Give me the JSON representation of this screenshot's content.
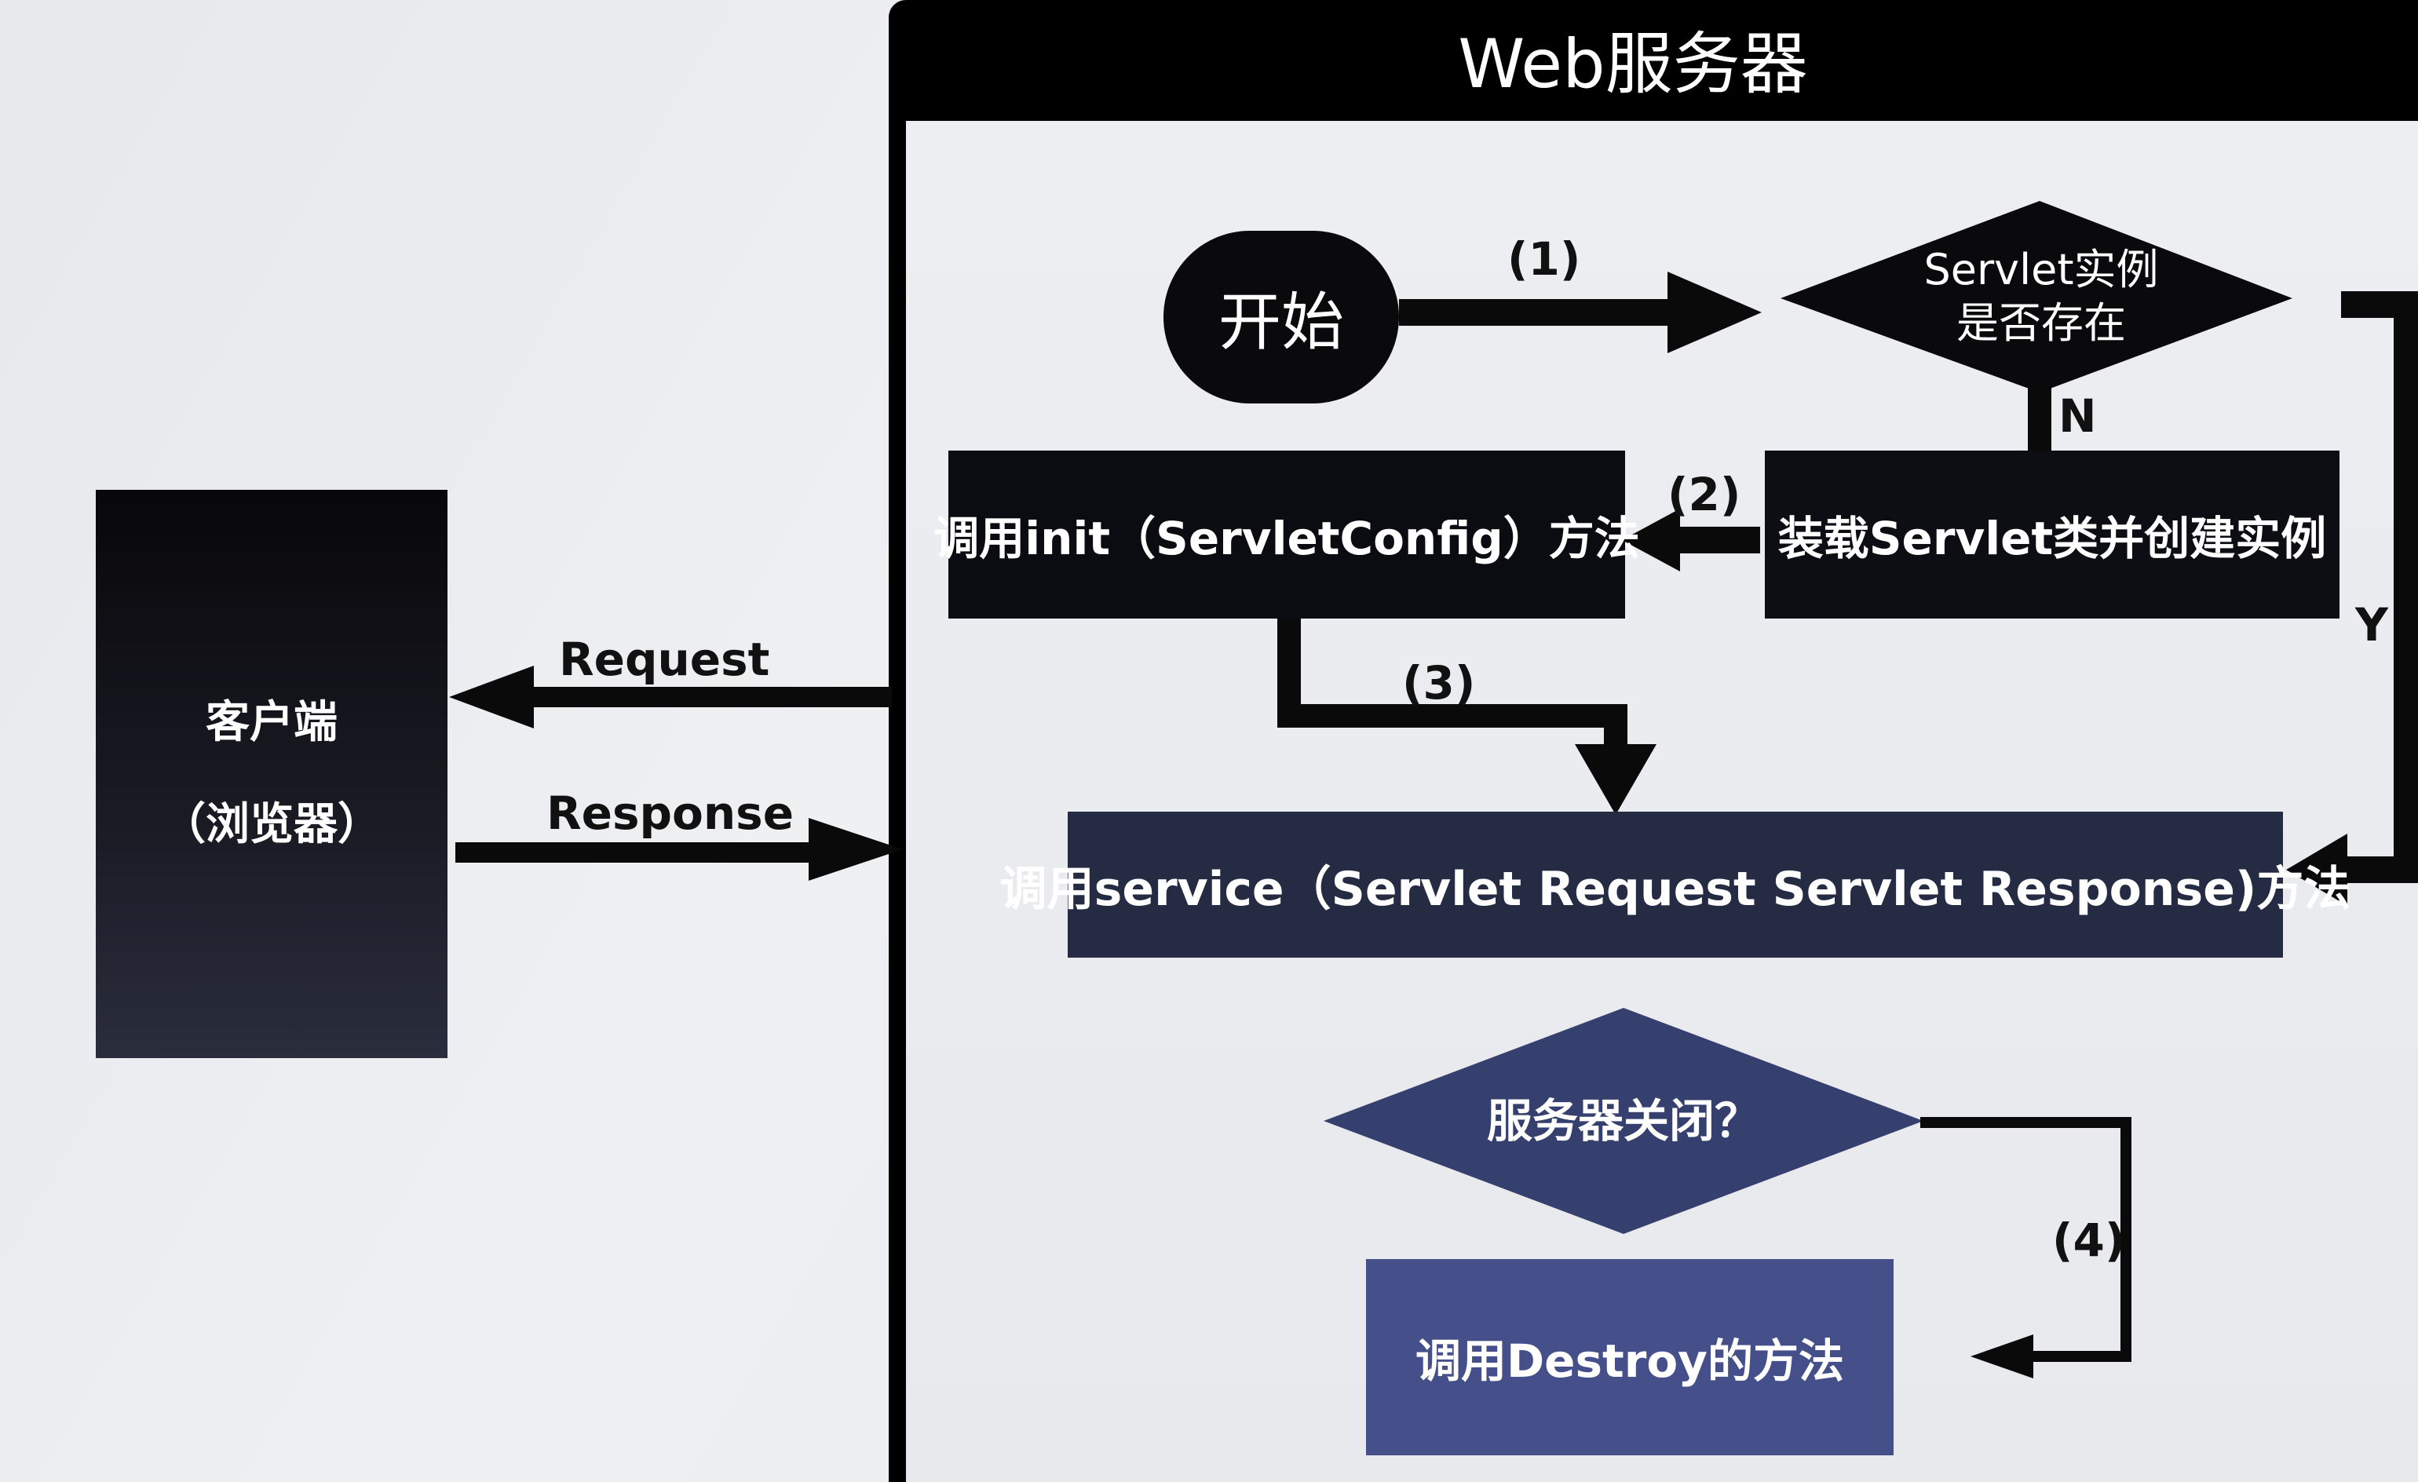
{
  "client": {
    "line1": "客户端",
    "line2": "（浏览器）"
  },
  "arrows": {
    "request": "Request",
    "response": "Response"
  },
  "server": {
    "title": "Web服务器",
    "start": "开始",
    "decision_exists": {
      "line1": "Servlet实例",
      "line2": "是否存在"
    },
    "load_class": "装载Servlet类并创建实例",
    "call_init": "调用init（ServletConfig）方法",
    "call_service": "调用service（Servlet Request Servlet Response)方法",
    "decision_shutdown": "服务器关闭？",
    "call_destroy": "调用Destroy的方法",
    "labels": {
      "step1": "(1)",
      "step2": "(2)",
      "step3": "(3)",
      "step4": "(4)",
      "no": "N",
      "yes": "Y"
    }
  },
  "colors": {
    "dark": "#0b0c11",
    "service": "#262b44",
    "shutdown": "#36406e",
    "destroy": "#45508a"
  }
}
